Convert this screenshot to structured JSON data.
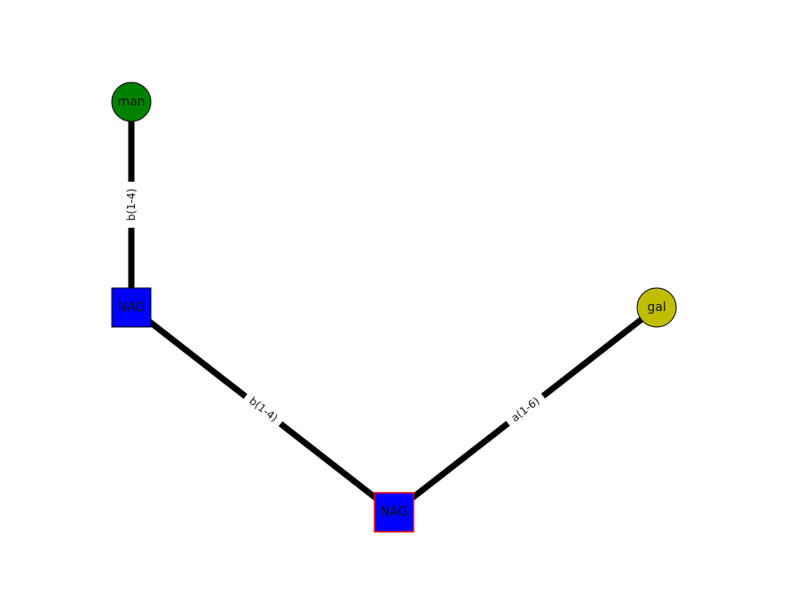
{
  "colors": {
    "edge": "#000000",
    "square_fill": "#0000ff",
    "man_fill": "#008000",
    "gal_fill": "#bfbf00",
    "root_border": "#ff0000",
    "node_border": "#000000"
  },
  "nodes": [
    {
      "id": "man",
      "label": "man",
      "shape": "circle",
      "color": "#008000"
    },
    {
      "id": "nag1",
      "label": "NAG",
      "shape": "square",
      "color": "#0000ff"
    },
    {
      "id": "nag_root",
      "label": "NAG",
      "shape": "square",
      "color": "#0000ff",
      "root": true
    },
    {
      "id": "gal",
      "label": "gal",
      "shape": "circle",
      "color": "#bfbf00"
    }
  ],
  "edges": [
    {
      "from": "nag1",
      "to": "man",
      "label": "b(1-4)"
    },
    {
      "from": "nag_root",
      "to": "nag1",
      "label": "b(1-4)"
    },
    {
      "from": "nag_root",
      "to": "gal",
      "label": "a(1-6)"
    }
  ]
}
